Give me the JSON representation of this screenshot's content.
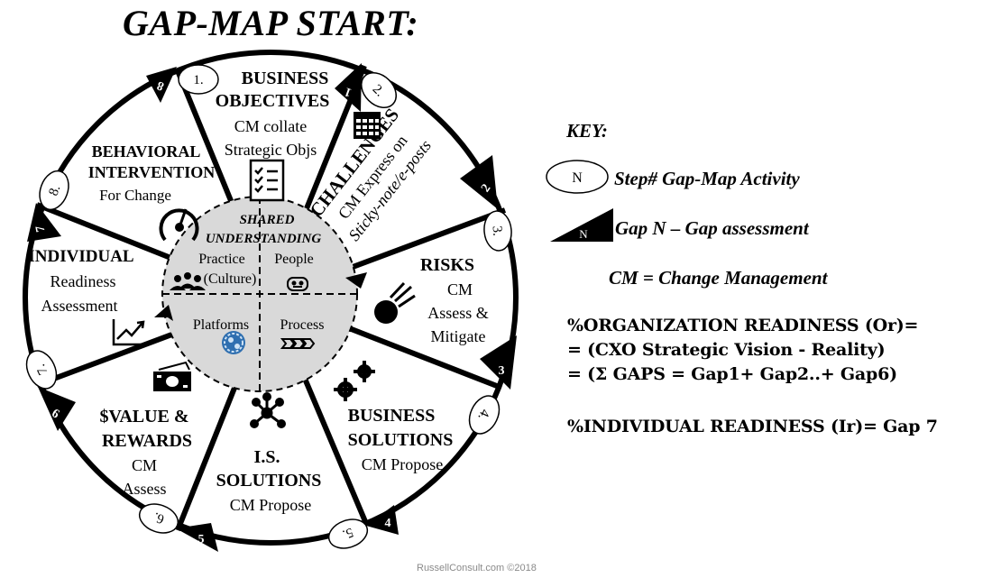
{
  "title": "GAP-MAP START:",
  "center": {
    "heading_line1": "SHARED",
    "heading_line2": "UNDERSTANDING",
    "quadrants": {
      "people": "People",
      "practice_line1": "Practice",
      "practice_line2": "(Culture)",
      "platforms": "Platforms",
      "process": "Process"
    }
  },
  "segments": {
    "business_objectives": {
      "title1": "BUSINESS",
      "title2": "OBJECTIVES",
      "sub1": "CM collate",
      "sub2": "Strategic Objs"
    },
    "challenges": {
      "title": "CHALLENGES",
      "sub1": "CM Express on",
      "sub2": "Sticky-note/e-posts"
    },
    "risks": {
      "title": "RISKS",
      "sub1": "CM",
      "sub2": "Assess &",
      "sub3": "Mitigate"
    },
    "business_solutions": {
      "title1": "BUSINESS",
      "title2": "SOLUTIONS",
      "sub": "CM Propose"
    },
    "is_solutions": {
      "title1": "I.S.",
      "title2": "SOLUTIONS",
      "sub": "CM Propose"
    },
    "value_rewards": {
      "title1": "$VALUE &",
      "title2": "REWARDS",
      "sub1": "CM",
      "sub2": "Assess"
    },
    "individual": {
      "title": "INDIVIDUAL",
      "sub1": "Readiness",
      "sub2": "Assessment"
    },
    "behavioral": {
      "title1": "BEHAVIORAL",
      "title2": "INTERVENTION",
      "sub": "For Change"
    }
  },
  "step_markers": [
    "1.",
    "2.",
    "3.",
    "4.",
    "5.",
    "6.",
    "7.",
    "8."
  ],
  "gap_markers": [
    "1",
    "2",
    "3",
    "4",
    "5",
    "6",
    "7",
    "8"
  ],
  "key": {
    "title": "KEY:",
    "step_symbol": "N",
    "step_label": "Step# Gap-Map Activity",
    "gap_symbol": "N",
    "gap_label": "Gap N – Gap assessment",
    "cm_definition": "CM = Change Management"
  },
  "formulas": {
    "org_line1": "%ORGANIZATION READINESS (Or)=",
    "org_line2": "= (CXO Strategic Vision - Reality)",
    "org_line3": "= (Σ GAPS = Gap1+ Gap2..+ Gap6)",
    "individual": "%INDIVIDUAL READINESS (Ir)= Gap 7"
  },
  "credit": "RussellConsult.com ©2018",
  "icons": [
    "calendar-icon",
    "checklist-icon",
    "speedometer-icon",
    "growth-chart-icon",
    "money-icon",
    "network-icon",
    "gears-icon",
    "comet-icon",
    "people-group-icon",
    "face-icon",
    "gear-circle-icon",
    "chevrons-icon"
  ],
  "colors": {
    "ink": "#000000",
    "center_fill": "#d9d9d9",
    "credit": "#8a8a8a"
  }
}
